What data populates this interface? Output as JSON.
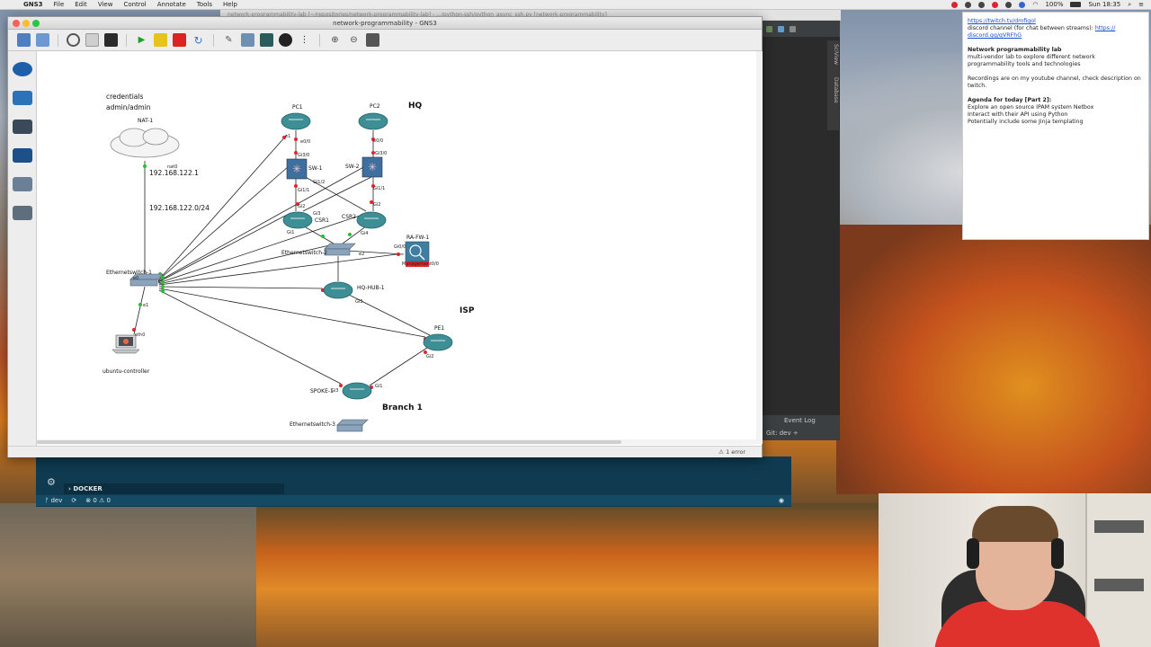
{
  "menubar": {
    "app": "GNS3",
    "items": [
      "File",
      "Edit",
      "View",
      "Control",
      "Annotate",
      "Tools",
      "Help"
    ],
    "battery": "100%",
    "clock": "Sun 18:35"
  },
  "ide": {
    "title": "network-programmability-lab [~/repositories/network-programmability-lab] - .../python-ssh/python_async_ssh.py [network-programmability]",
    "side_labels": [
      "SciView",
      "Database"
    ],
    "event_log": "Event Log",
    "git": "Git: dev ÷"
  },
  "vscode": {
    "section": "DOCKER",
    "branch": "dev",
    "problems": "0",
    "warnings": "0"
  },
  "notes": {
    "twitch_link": "https://twitch.tv/dmfigol",
    "discord_text": "discord channel (for chat between streams):",
    "discord_link_a": "https://",
    "discord_link_b": "discord.gg/qVRFhG",
    "title": "Network programmability lab",
    "desc": "multi-vendor lab to explore different network programmability tools and technologies",
    "recordings": "Recordings are on my youtube channel, check description on twitch.",
    "agenda_title": "Agenda for today [Part 2]:",
    "agenda_items": [
      "Explore an open source IPAM system Netbox",
      "Interact with their API using Python",
      "Potentially include some Jinja templating"
    ]
  },
  "gns3": {
    "title": "network-programmability - GNS3",
    "status_error": "1 error"
  },
  "topology": {
    "credentials_label": "credentials",
    "credentials_value": "admin/admin",
    "zones": {
      "hq": "HQ",
      "isp": "ISP",
      "branch": "Branch 1"
    },
    "subnet_ip": "192.168.122.1",
    "subnet_net": "192.168.122.0/24",
    "nodes": {
      "nat": "NAT-1",
      "pc1": "PC1",
      "pc2": "PC2",
      "sw1": "SW-1",
      "sw2": "SW-2",
      "csr1": "CSR1",
      "csr2": "CSR2",
      "eth1": "Ethernetswitch-1",
      "eth2": "Ethernetswitch-2",
      "eth3": "Ethernetswitch-3",
      "rafw": "RA-FW-1",
      "hqhub": "HQ-HUB-1",
      "pe1": "PE1",
      "spoke": "SPOKE-1",
      "ubuntu": "ubuntu-controller"
    },
    "ports": {
      "nat0": "nat0",
      "eth0": "eth0",
      "e0": "e0",
      "e1": "e1",
      "e00": "e0/0",
      "g30": "Gi3/0",
      "gi11": "Gi1/1",
      "g12": "Gi1/2",
      "gi1": "Gi1",
      "gi2": "Gi2",
      "gi3": "Gi3",
      "gi4": "Gi4",
      "g00": "Gi0/0",
      "mgmt": "Management0/0",
      "e2": "e2"
    }
  },
  "colors": {
    "router": "#3e8e95",
    "link": "#222222",
    "port_up": "#22c02a",
    "port_down": "#e0262a",
    "cloud": "#f4f4f4",
    "firewall": "#3f7ea0"
  },
  "icons": [
    "apple-icon",
    "wifi-icon",
    "battery-icon",
    "search-icon",
    "router-icon",
    "switch-icon",
    "cloud-icon",
    "firewall-icon",
    "laptop-icon"
  ]
}
